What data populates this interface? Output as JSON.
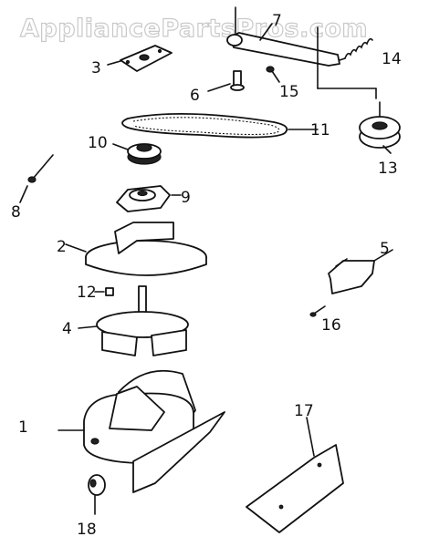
{
  "watermark": "AppliancePartsPros.com",
  "callouts": [
    {
      "id": "1",
      "label": "1"
    },
    {
      "id": "2",
      "label": "2"
    },
    {
      "id": "3",
      "label": "3"
    },
    {
      "id": "4",
      "label": "4"
    },
    {
      "id": "5",
      "label": "5"
    },
    {
      "id": "6",
      "label": "6"
    },
    {
      "id": "7",
      "label": "7"
    },
    {
      "id": "8",
      "label": "8"
    },
    {
      "id": "9",
      "label": "9"
    },
    {
      "id": "10",
      "label": "10"
    },
    {
      "id": "11",
      "label": "11"
    },
    {
      "id": "12",
      "label": "12"
    },
    {
      "id": "13",
      "label": "13"
    },
    {
      "id": "14",
      "label": "14"
    },
    {
      "id": "15",
      "label": "15"
    },
    {
      "id": "16",
      "label": "16"
    },
    {
      "id": "17",
      "label": "17"
    },
    {
      "id": "18",
      "label": "18"
    }
  ]
}
